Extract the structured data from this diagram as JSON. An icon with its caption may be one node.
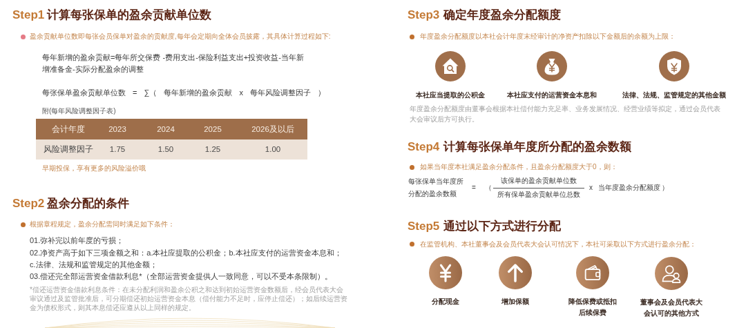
{
  "diagram": {
    "nodes": [
      {
        "text": [
          "本社应当提取的公积金"
        ]
      },
      {
        "text": [
          "本社应支付的运营资金本息和"
        ]
      },
      {
        "text": [
          "法律、法规、监管规定的其他金额"
        ]
      },
      {
        "text": [
          "分配现金"
        ]
      },
      {
        "text": [
          "增加保额"
        ]
      },
      {
        "text": [
          "降低保费或抵扣后续保费"
        ]
      },
      {
        "text": [
          "董事会及会员代表大会认可的其他方式"
        ]
      }
    ],
    "labels": [
      "Step1",
      "计算每张保单的盈余贡献单位数",
      "盈余贡献单位数即每张会员保单对盈余的贡献度,每年会定期向全体会员披露，其具体计算过程如下:",
      "每年新增的盈余贡献=每年所交保费 -费用支出-保险利益支出+投资收益-当年新增准备金-实际分配盈余的调整",
      "每张保单盈余贡献单位数 = ∑（ 每年新增的盈余贡献 x 每年风险调整因子 ）",
      "附(每年风险调整因子表)",
      "会计年度",
      "2023",
      "2024",
      "2025",
      "2026及以后",
      "风险调整因子",
      "1.75",
      "1.50",
      "1.25",
      "1.00",
      "早期投保，享有更多的风险溢价哦",
      "Step2",
      "盈余分配的条件",
      "根据章程规定，盈余分配需同时满足如下条件：",
      "01.弥补完以前年度的亏损；",
      "02.净资产高于如下三项金额之和：a.本社应提取的公积金；b.本社应支付的运营资金本息和；c.法律、法规和监管规定的其他金额；",
      "03.偿还完全部运营资金借款利息*（全部运营资金提供人一致同意，可以不受本条限制）。",
      "*偿还运营资金借款利息条件：在未分配利润和盈余公积之和达到初始运营资金数额后，经会员代表大会审议通过及监管批准后，可分期偿还初始运营资金本息（偿付能力不足时，应停止偿还）；如后续运营资金为债权形式，则其本息偿还应遵从以上同样的规定。",
      "Step3",
      "确定年度盈余分配额度",
      "年度盈余分配额度以本社会计年度末经审计的净资产扣除以下金额后的余额为上限：",
      "年度盈余分配额度由董事会根据本社偿付能力充足率、业务发展情况、经营业绩等拟定，通过会员代表大会审议后方可执行。",
      "Step4",
      "计算每张保单年度所分配的盈余数额",
      "如果当年度本社满足盈余分配条件，且盈余分配额度大于0，则：",
      "每张保单当年度所分配的盈余数额",
      "=",
      "（",
      "该保单的盈余贡献单位数",
      "所有保单盈余贡献单位总数",
      "x",
      "当年度盈余分配额度",
      "）",
      "Step5",
      "通过以下方式进行分配",
      "在监管机构、本社董事会及会员代表大会认可情况下，本社可采取以下方式进行盈余分配："
    ]
  }
}
